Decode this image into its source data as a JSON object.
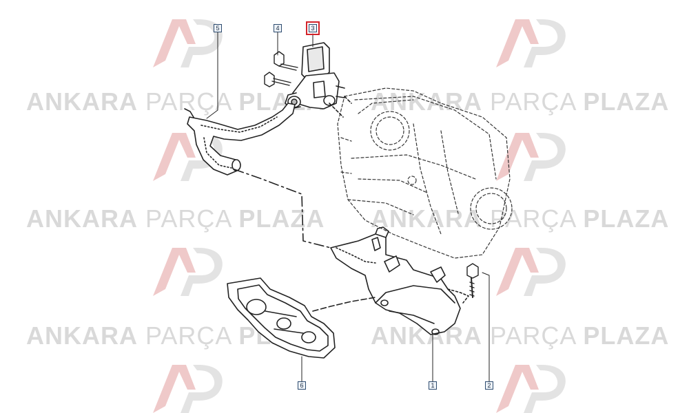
{
  "watermark": {
    "word1": "ANKARA",
    "word2": "PARÇA",
    "word3": "PLAZA",
    "logo_colors": {
      "primary": "#f2d2d2",
      "secondary": "#e6e6e6"
    }
  },
  "callouts": [
    {
      "id": "1",
      "label": "1",
      "selected": false
    },
    {
      "id": "2",
      "label": "2",
      "selected": false
    },
    {
      "id": "3",
      "label": "3",
      "selected": true
    },
    {
      "id": "4",
      "label": "4",
      "selected": false
    },
    {
      "id": "5",
      "label": "5",
      "selected": false
    },
    {
      "id": "6",
      "label": "6",
      "selected": false
    }
  ],
  "colors": {
    "line": "#222222",
    "highlight": "#d2232a",
    "callout_border": "#2c4a6e"
  }
}
